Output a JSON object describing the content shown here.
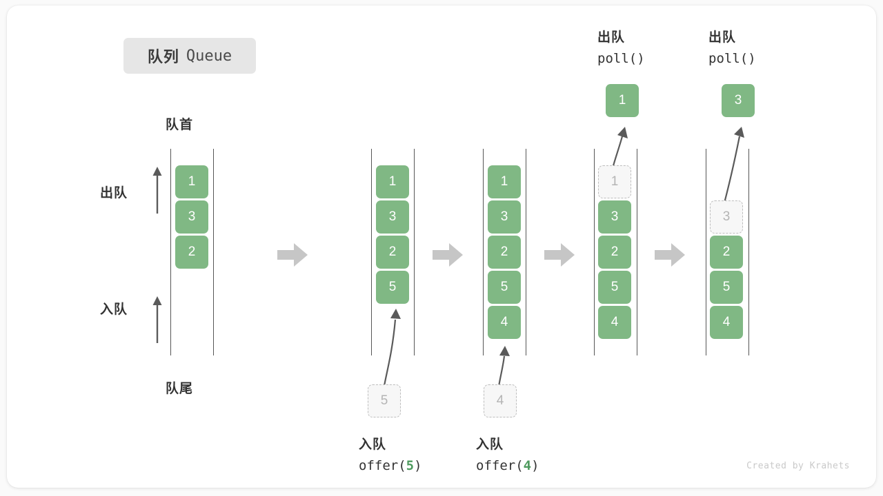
{
  "title": {
    "cn": "队列",
    "en": "Queue"
  },
  "labels": {
    "head": "队首",
    "tail": "队尾",
    "dequeue": "出队",
    "enqueue": "入队"
  },
  "colors": {
    "cell_fill": "#80b884",
    "cell_text": "#ffffff",
    "ghost_fill": "#f7f7f7",
    "ghost_border": "#bdbdbd",
    "ghost_text": "#b4b4b4",
    "rail": "#555555",
    "arrow": "#5a5a5a",
    "step_arrow": "#c6c6c6",
    "badge_bg": "#e6e6e6",
    "accent_green": "#4e9a5e",
    "credit": "#c9c9c9"
  },
  "steps": [
    {
      "name": "initial",
      "cells": [
        "1",
        "3",
        "2"
      ],
      "ghost_index": -1,
      "side_labels": {
        "dequeue": "出队",
        "enqueue": "入队"
      },
      "head_label": "队首",
      "tail_label": "队尾"
    },
    {
      "name": "offer-5",
      "cells": [
        "1",
        "3",
        "2",
        "5"
      ],
      "ghost_index": -1,
      "incoming_value": "5",
      "op_cn": "入队",
      "op_code_prefix": "offer(",
      "op_code_value": "5",
      "op_code_suffix": ")"
    },
    {
      "name": "offer-4",
      "cells": [
        "1",
        "3",
        "2",
        "5",
        "4"
      ],
      "ghost_index": -1,
      "incoming_value": "4",
      "op_cn": "入队",
      "op_code_prefix": "offer(",
      "op_code_value": "4",
      "op_code_suffix": ")"
    },
    {
      "name": "poll-1",
      "cells": [
        "1",
        "3",
        "2",
        "5",
        "4"
      ],
      "ghost_index": 0,
      "outgoing_value": "1",
      "op_cn": "出队",
      "op_code": "poll()"
    },
    {
      "name": "poll-3",
      "cells": [
        "",
        "3",
        "2",
        "5",
        "4"
      ],
      "ghost_index": 1,
      "outgoing_value": "3",
      "op_cn": "出队",
      "op_code": "poll()"
    }
  ],
  "credit": "Created by Krahets"
}
